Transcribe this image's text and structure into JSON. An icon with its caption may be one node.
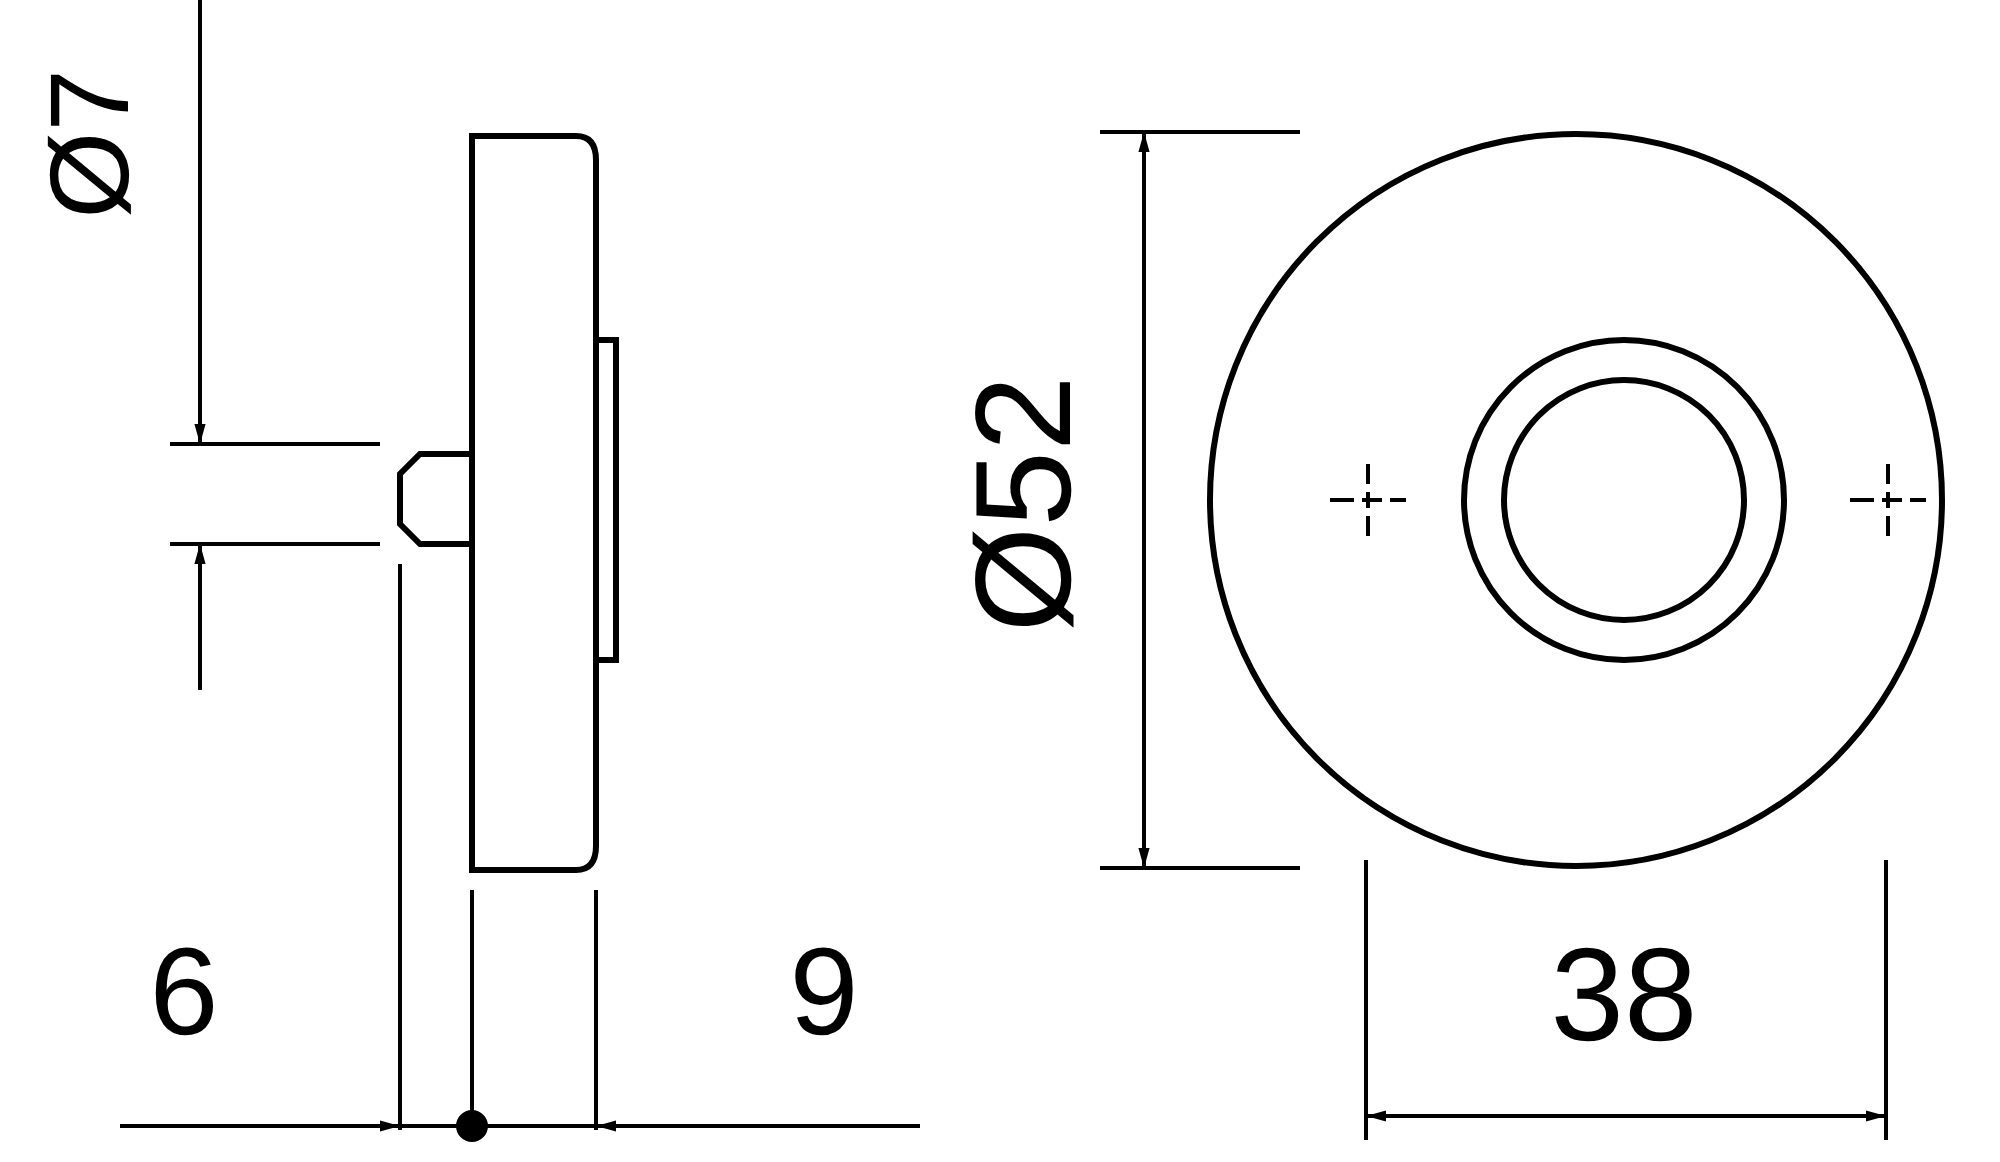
{
  "diagram": {
    "labels": [
      "Ø7",
      "Ø52",
      "6",
      "9",
      "38"
    ]
  }
}
